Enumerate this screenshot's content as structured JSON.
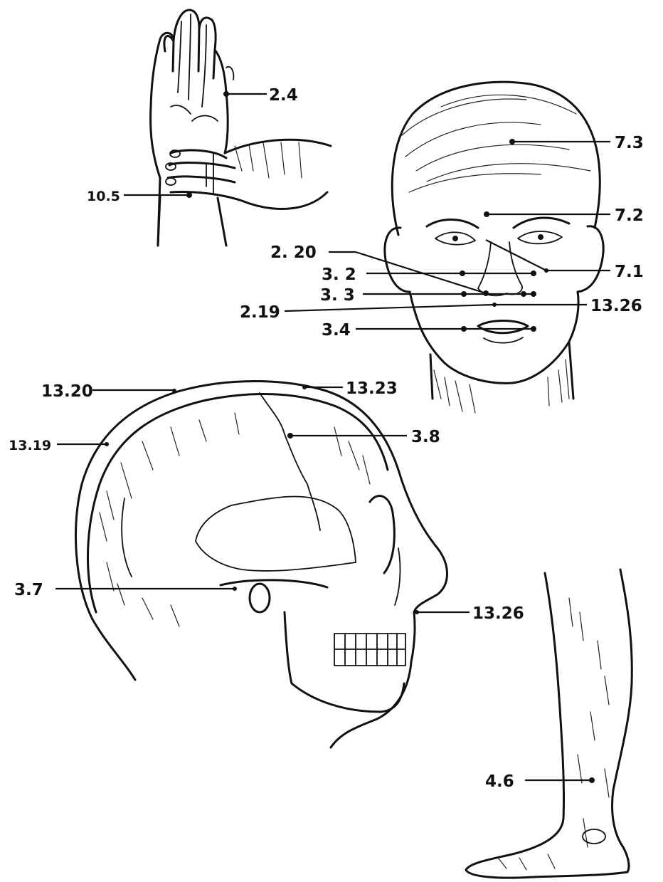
{
  "labels": {
    "hand_2_4": "2.4",
    "hand_10_5": "10.5",
    "face_7_3": "7.3",
    "face_7_2": "7.2",
    "face_7_1": "7.1",
    "face_2_20": "2. 20",
    "face_3_2": "3. 2",
    "face_3_3": "3. 3",
    "face_2_19": "2.19",
    "face_13_26": "13.26",
    "face_3_4": "3.4",
    "skull_13_20": "13.20",
    "skull_13_23": "13.23",
    "skull_13_19": "13.19",
    "skull_3_8": "3.8",
    "skull_3_7": "3.7",
    "skull_13_26": "13.26",
    "leg_4_6": "4.6"
  }
}
